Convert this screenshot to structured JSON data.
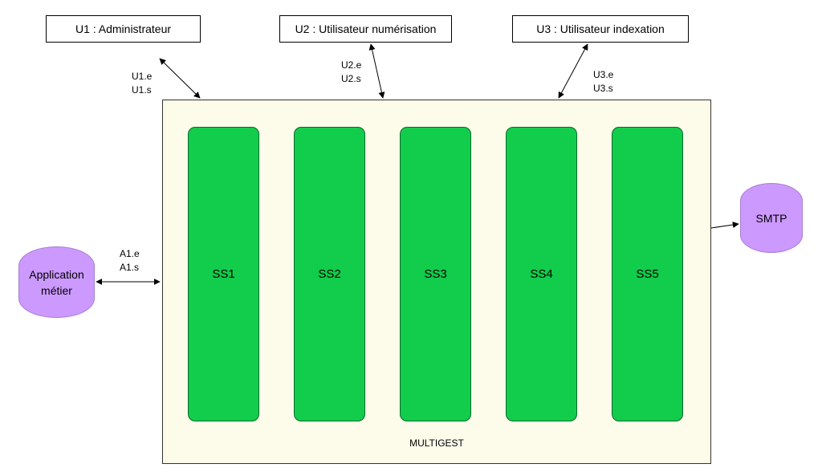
{
  "users": [
    {
      "label": "U1 : Administrateur",
      "flow_in": "U1.e",
      "flow_out": "U1.s"
    },
    {
      "label": "U2 : Utilisateur numérisation",
      "flow_in": "U2.e",
      "flow_out": "U2.s"
    },
    {
      "label": "U3 : Utilisateur indexation",
      "flow_in": "U3.e",
      "flow_out": "U3.s"
    }
  ],
  "system": {
    "name": "MULTIGEST",
    "subsystems": [
      "SS1",
      "SS2",
      "SS3",
      "SS4",
      "SS5"
    ]
  },
  "external_app": {
    "line1": "Application",
    "line2": "métier",
    "flow_in": "A1.e",
    "flow_out": "A1.s"
  },
  "smtp": {
    "label": "SMTP"
  },
  "colors": {
    "system_fill": "#fdfbea",
    "subsystem_fill": "#12cc4c",
    "external_fill": "#cc99ff"
  }
}
